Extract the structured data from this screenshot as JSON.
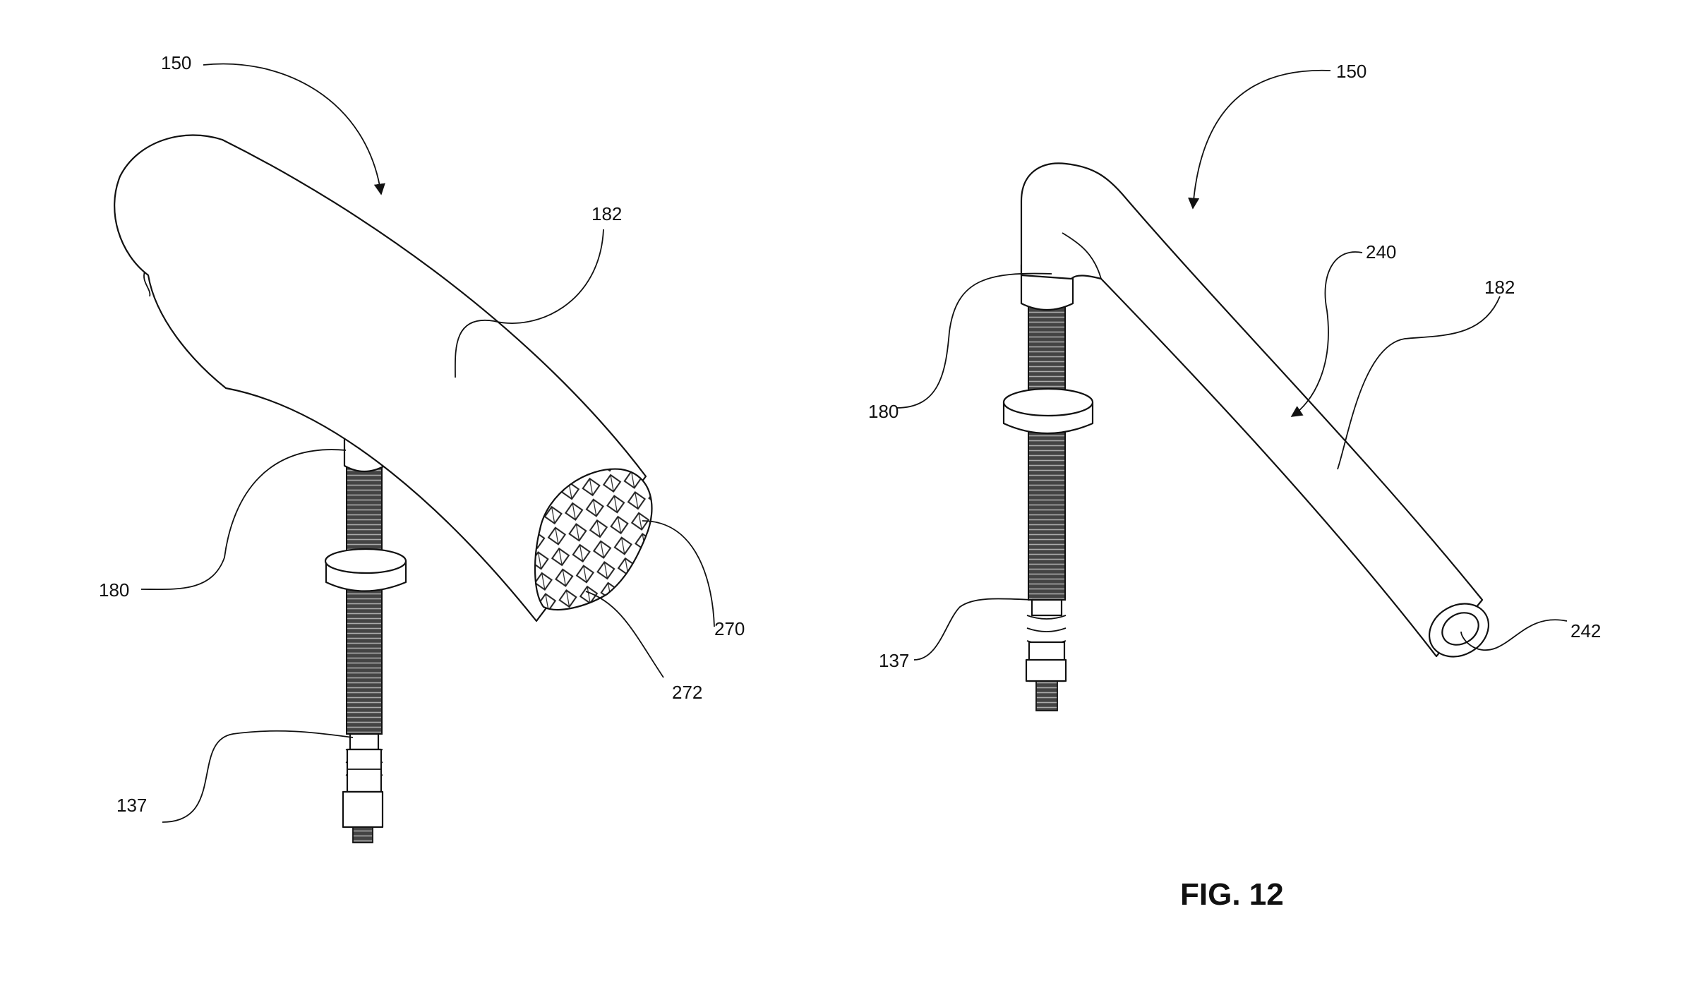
{
  "figure": {
    "caption": "FIG. 12",
    "left_view": {
      "labels": {
        "l150": "150",
        "l182": "182",
        "l180": "180",
        "l137": "137",
        "l270": "270",
        "l272": "272"
      }
    },
    "right_view": {
      "labels": {
        "l150": "150",
        "l240": "240",
        "l182": "182",
        "l180": "180",
        "l137": "137",
        "l242": "242"
      }
    }
  }
}
